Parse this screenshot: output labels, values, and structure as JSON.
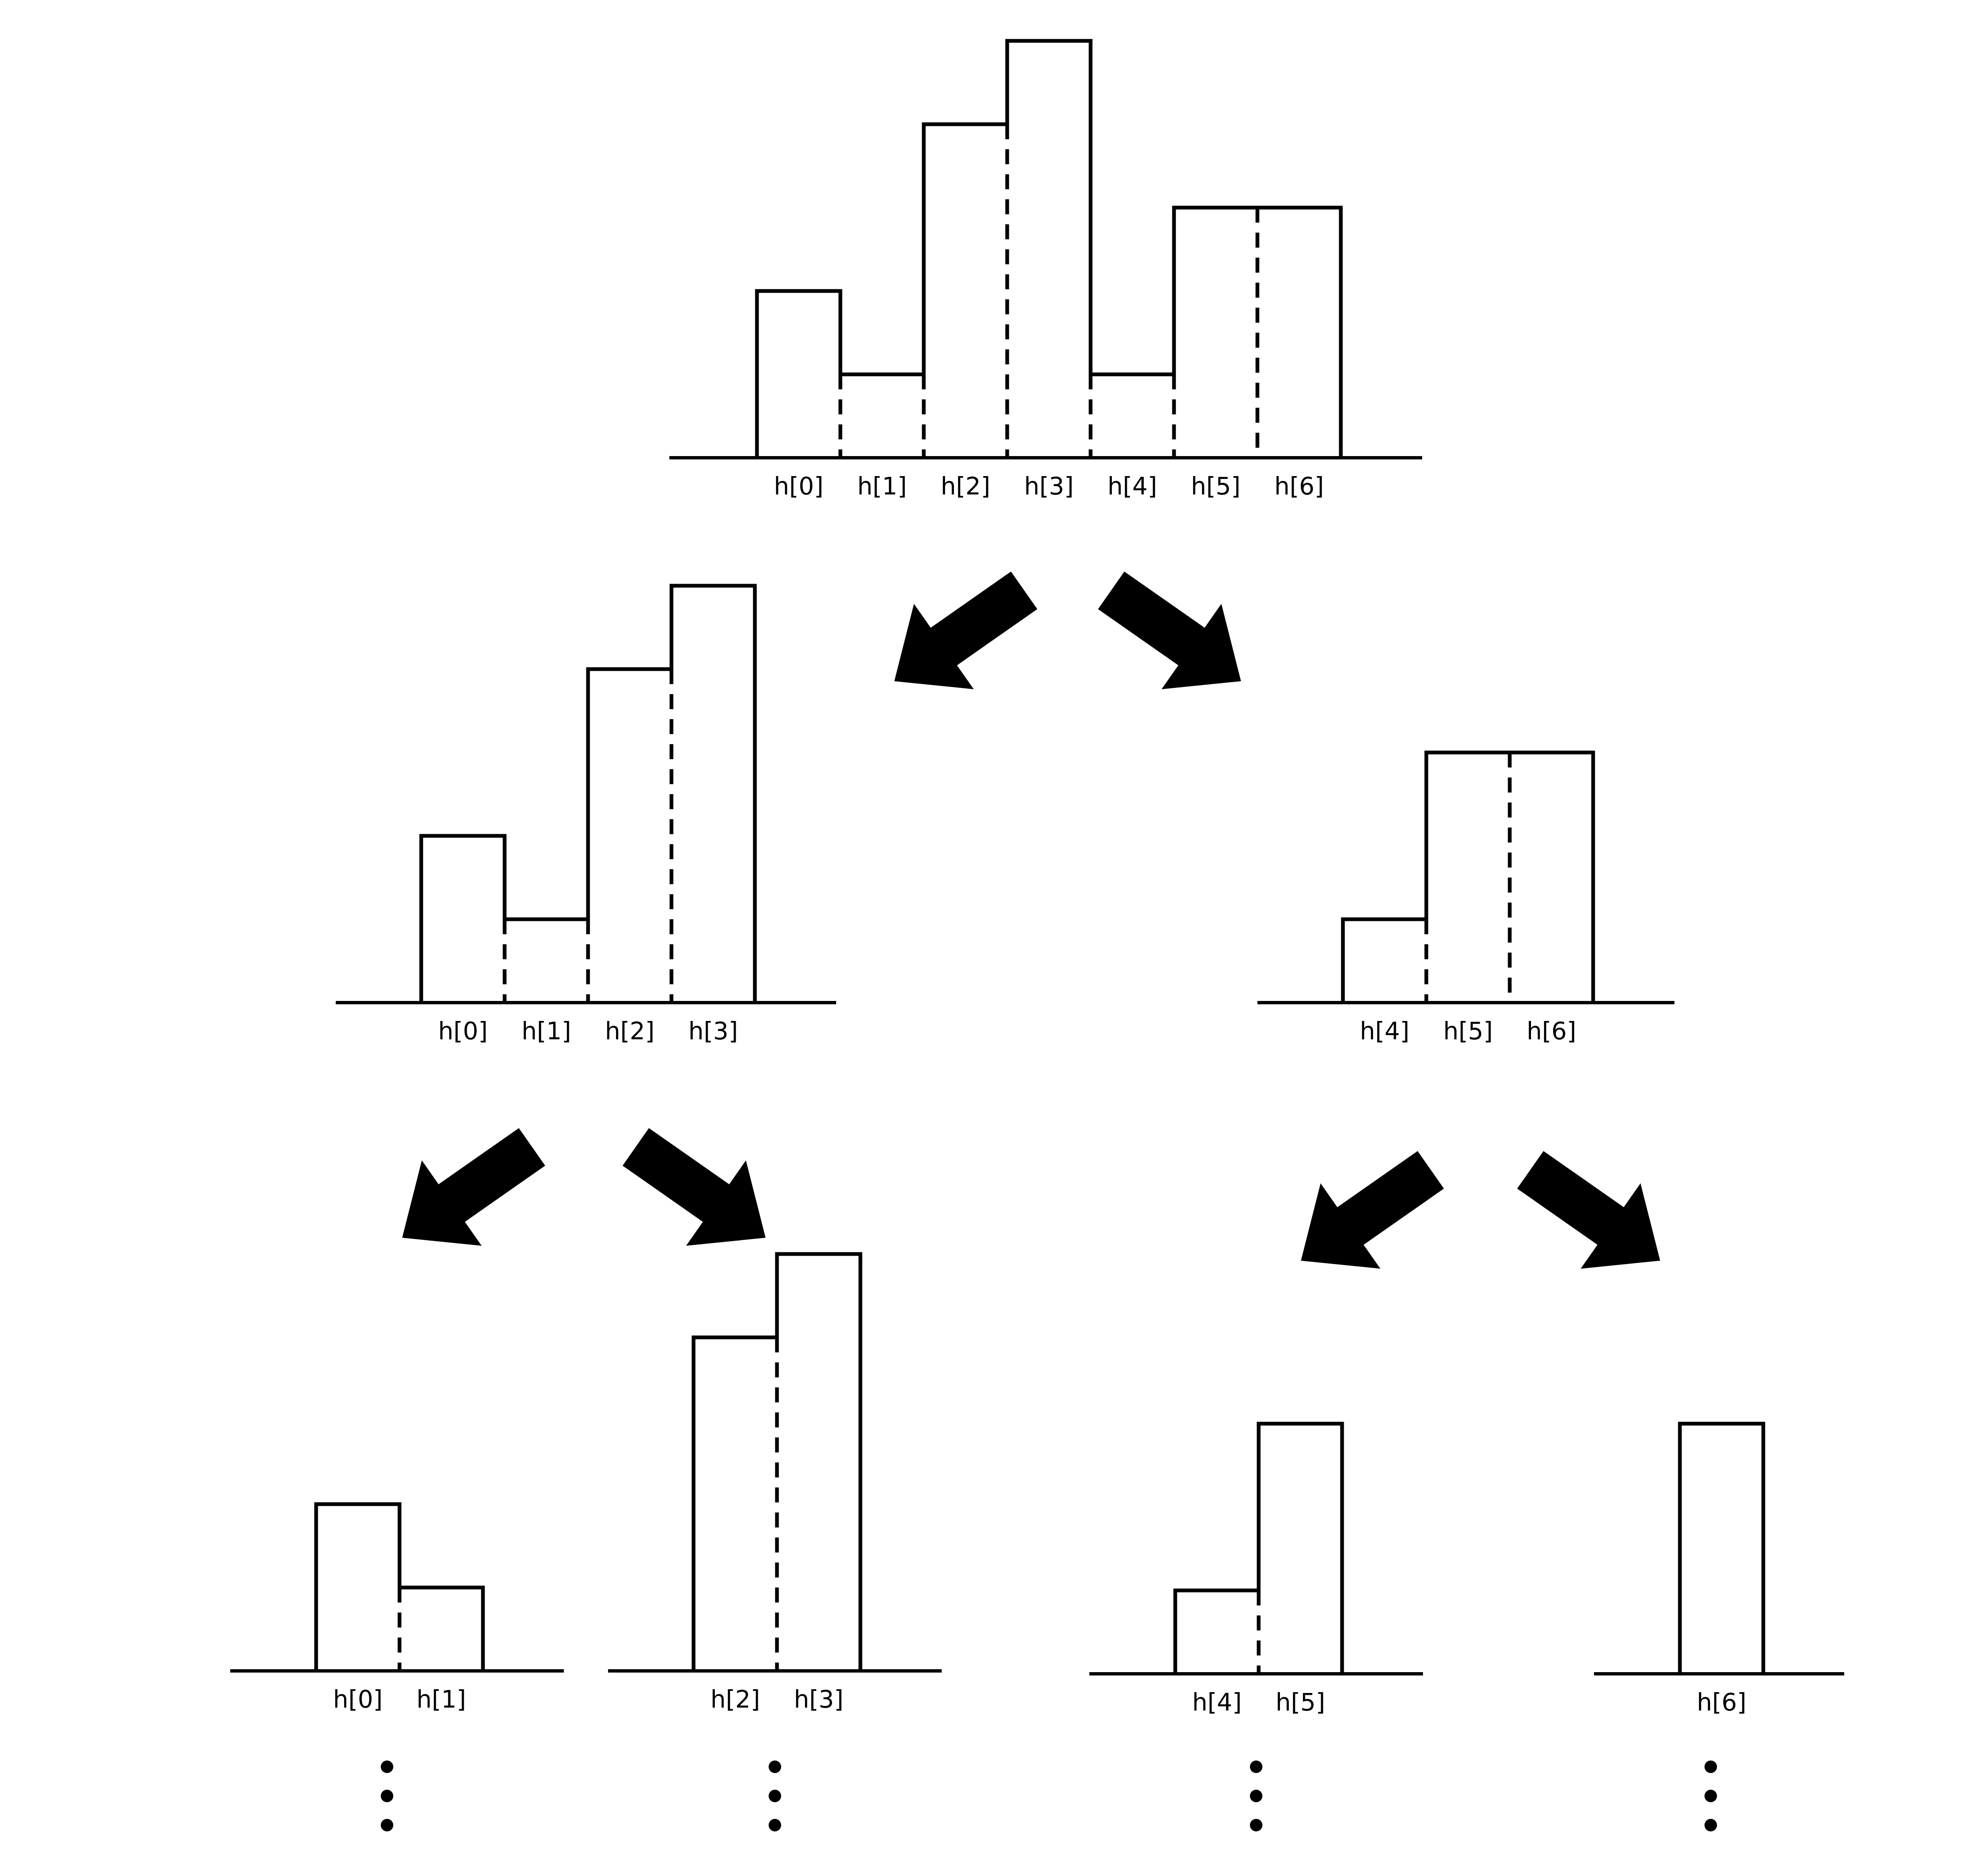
{
  "panels": [
    {
      "id": "root",
      "labels": [
        "h[0]",
        "h[1]",
        "h[2]",
        "h[3]",
        "h[4]",
        "h[5]",
        "h[6]"
      ],
      "heights": [
        2,
        1,
        4,
        5,
        1,
        3,
        3
      ]
    },
    {
      "id": "left",
      "labels": [
        "h[0]",
        "h[1]",
        "h[2]",
        "h[3]"
      ],
      "heights": [
        2,
        1,
        4,
        5
      ]
    },
    {
      "id": "right",
      "labels": [
        "h[4]",
        "h[5]",
        "h[6]"
      ],
      "heights": [
        1,
        3,
        3
      ]
    },
    {
      "id": "left-left",
      "labels": [
        "h[0]",
        "h[1]"
      ],
      "heights": [
        2,
        1
      ]
    },
    {
      "id": "left-right",
      "labels": [
        "h[2]",
        "h[3]"
      ],
      "heights": [
        4,
        5
      ]
    },
    {
      "id": "right-left",
      "labels": [
        "h[4]",
        "h[5]"
      ],
      "heights": [
        1,
        3
      ]
    },
    {
      "id": "right-right",
      "labels": [
        "h[6]"
      ],
      "heights": [
        3
      ]
    }
  ],
  "arrows": [
    {
      "name": "arrow-root-to-left",
      "direction": "down-left"
    },
    {
      "name": "arrow-root-to-right",
      "direction": "down-right"
    },
    {
      "name": "arrow-left-to-left-left",
      "direction": "down-left"
    },
    {
      "name": "arrow-left-to-left-right",
      "direction": "down-right"
    },
    {
      "name": "arrow-right-to-right-left",
      "direction": "down-left"
    },
    {
      "name": "arrow-right-to-right-right",
      "direction": "down-right"
    }
  ],
  "continuation_marks": [
    "left-left",
    "left-right",
    "right-left",
    "right-right"
  ]
}
